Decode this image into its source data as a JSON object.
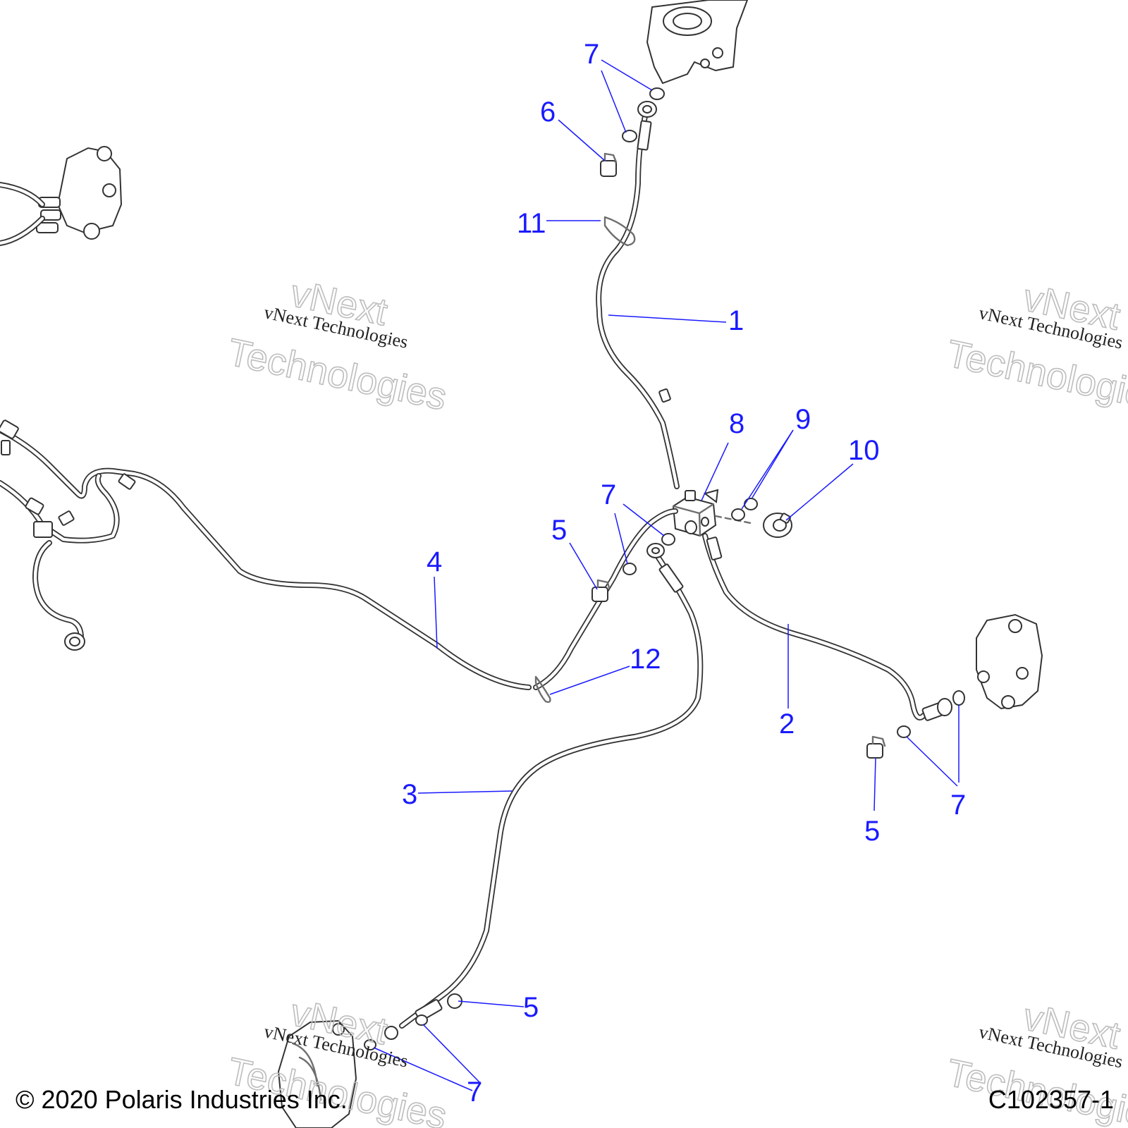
{
  "callouts": [
    {
      "id": "c7a",
      "text": "7"
    },
    {
      "id": "c6",
      "text": "6"
    },
    {
      "id": "c11",
      "text": "11"
    },
    {
      "id": "c1",
      "text": "1"
    },
    {
      "id": "c8",
      "text": "8"
    },
    {
      "id": "c9",
      "text": "9"
    },
    {
      "id": "c10",
      "text": "10"
    },
    {
      "id": "c7b",
      "text": "7"
    },
    {
      "id": "c5a",
      "text": "5"
    },
    {
      "id": "c4",
      "text": "4"
    },
    {
      "id": "c12",
      "text": "12"
    },
    {
      "id": "c2",
      "text": "2"
    },
    {
      "id": "c5b",
      "text": "5"
    },
    {
      "id": "c7c",
      "text": "7"
    },
    {
      "id": "c3",
      "text": "3"
    },
    {
      "id": "c5c",
      "text": "5"
    },
    {
      "id": "c7d",
      "text": "7"
    }
  ],
  "watermark": {
    "line1": "vNext Technologies",
    "big_line1": "vNext",
    "big_line2": "Technologies"
  },
  "footer": {
    "copyright": "© 2020 Polaris Industries Inc.",
    "diagram_code": "C102357-1"
  }
}
